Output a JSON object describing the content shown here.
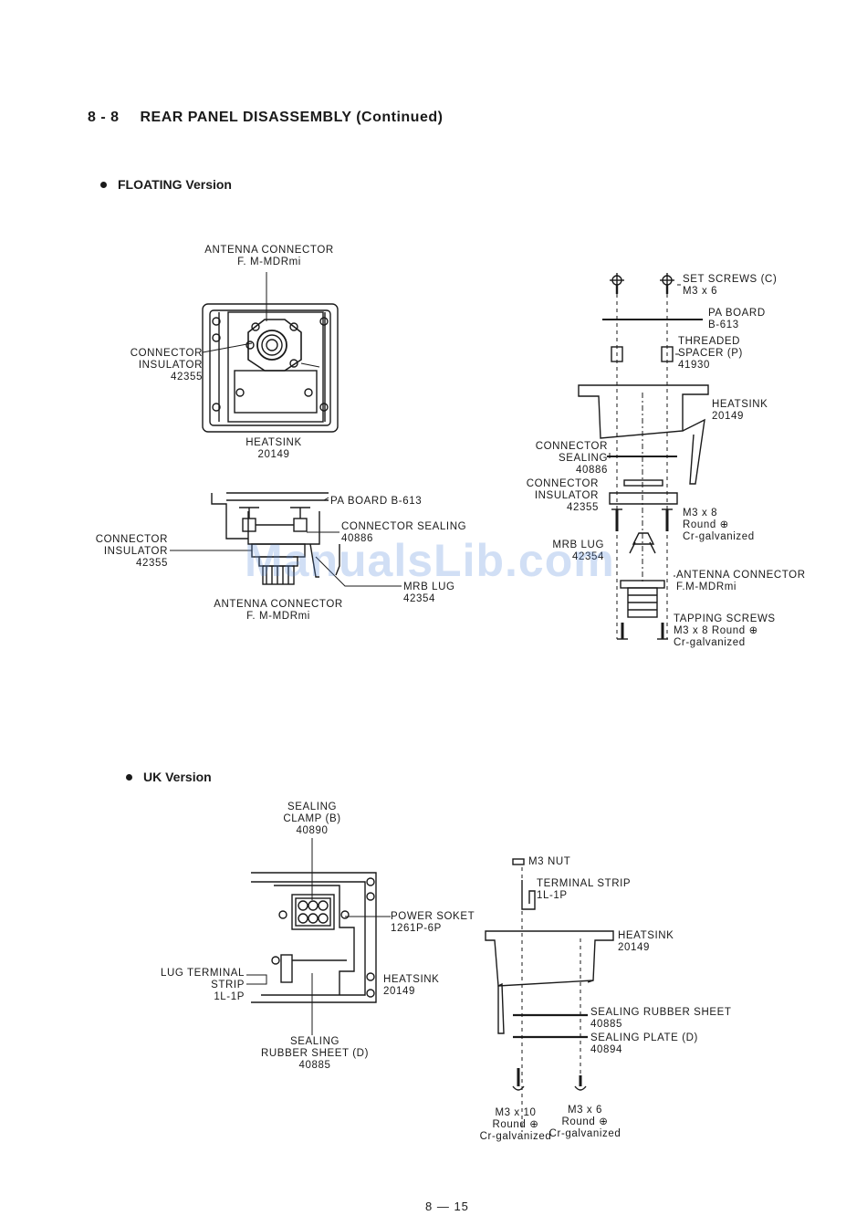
{
  "section": {
    "number": "8 - 8",
    "title": "REAR PANEL DISASSEMBLY (Continued)"
  },
  "floating": {
    "heading": "FLOATING  Version",
    "top_view": {
      "antenna_connector": [
        "ANTENNA CONNECTOR",
        "F. M-MDRmi"
      ],
      "connector_insulator": [
        "CONNECTOR",
        "INSULATOR",
        "42355"
      ],
      "heatsink": [
        "HEATSINK",
        "20149"
      ]
    },
    "side_view": {
      "pa_board": "PA BOARD B-613",
      "connector_sealing": [
        "CONNECTOR SEALING",
        "40886"
      ],
      "connector_insulator": [
        "CONNECTOR",
        "INSULATOR",
        "42355"
      ],
      "mrb_lug": [
        "MRB LUG",
        "42354"
      ],
      "antenna_connector": [
        "ANTENNA CONNECTOR",
        "F. M-MDRmi"
      ]
    },
    "exploded": {
      "set_screws": [
        "SET SCREWS (C)",
        "M3 x 6"
      ],
      "pa_board": [
        "PA BOARD",
        "B-613"
      ],
      "threaded_spacer": [
        "THREADED",
        "SPACER (P)",
        "41930"
      ],
      "heatsink": [
        "HEATSINK",
        "20149"
      ],
      "connector_sealing": [
        "CONNECTOR",
        "SEALING",
        "40886"
      ],
      "connector_insulator": [
        "CONNECTOR",
        "INSULATOR",
        "42355"
      ],
      "m3x8": [
        "M3 x 8",
        "Round ⊕",
        "Cr-galvanized"
      ],
      "mrb_lug": [
        "MRB LUG",
        "42354"
      ],
      "antenna_connector": [
        "ANTENNA CONNECTOR",
        "F.M-MDRmi"
      ],
      "tapping_screws": [
        "TAPPING SCREWS",
        "M3 x 8 Round ⊕",
        "Cr-galvanized"
      ]
    }
  },
  "uk": {
    "heading": "UK  Version",
    "front_view": {
      "sealing_clamp": [
        "SEALING",
        "CLAMP (B)",
        "40890"
      ],
      "power_socket": [
        "POWER SOKET",
        "1261P-6P"
      ],
      "lug_terminal_strip": [
        "LUG TERMINAL",
        "STRIP",
        "1L-1P"
      ],
      "heatsink": [
        "HEATSINK",
        "20149"
      ],
      "sealing_rubber_sheet": [
        "SEALING",
        "RUBBER SHEET (D)",
        "40885"
      ]
    },
    "exploded": {
      "m3_nut": "M3  NUT",
      "terminal_strip": [
        "TERMINAL STRIP",
        "1L-1P"
      ],
      "heatsink": [
        "HEATSINK",
        "20149"
      ],
      "sealing_rubber_sheet": [
        "SEALING RUBBER SHEET",
        "40885"
      ],
      "sealing_plate": [
        "SEALING PLATE (D)",
        "40894"
      ],
      "screw_left": [
        "M3 x 10",
        "Round ⊕",
        "Cr-galvanized"
      ],
      "screw_right": [
        "M3 x 6",
        "Round ⊕",
        "Cr-galvanized"
      ]
    }
  },
  "watermark": "ManualsLib.com",
  "page_number": "8 — 15"
}
